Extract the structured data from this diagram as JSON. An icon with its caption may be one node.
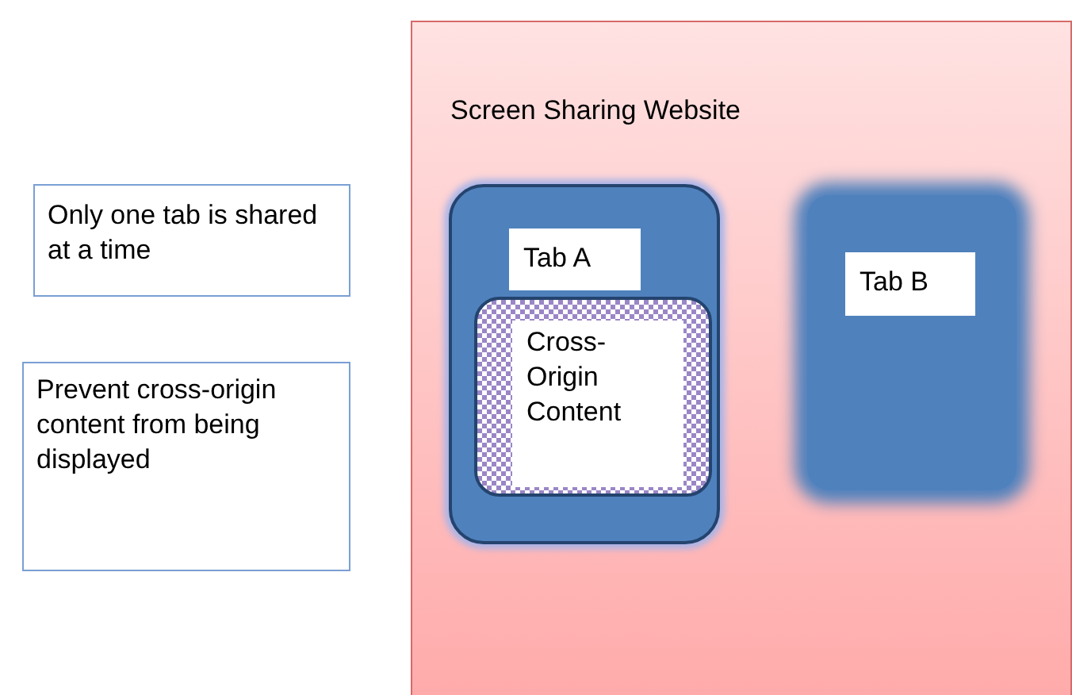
{
  "diagram": {
    "nodes": [
      {
        "text": [
          "Only one tab is shared at a time"
        ]
      },
      {
        "text": [
          "Prevent cross-origin content from being displayed"
        ]
      },
      {
        "text": [
          "Screen Sharing Website"
        ]
      },
      {
        "text": [
          "Tab A"
        ],
        "in": 2
      },
      {
        "text": [
          "Cross-Origin Content"
        ],
        "in": 3
      },
      {
        "text": [
          "Tab B"
        ],
        "in": 2
      }
    ]
  }
}
